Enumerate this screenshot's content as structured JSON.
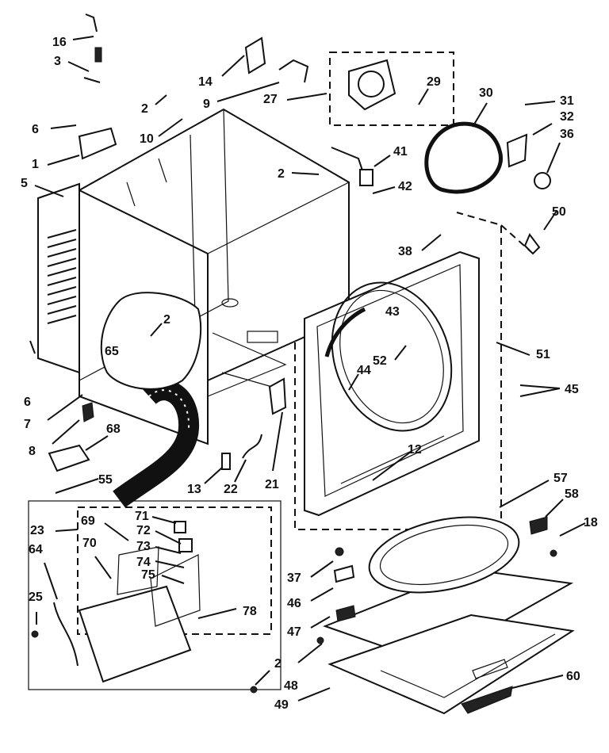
{
  "callouts": [
    {
      "id": "c16",
      "text": "16"
    },
    {
      "id": "c3",
      "text": "3"
    },
    {
      "id": "c14",
      "text": "14"
    },
    {
      "id": "c9",
      "text": "9"
    },
    {
      "id": "c2a",
      "text": "2"
    },
    {
      "id": "c10",
      "text": "10"
    },
    {
      "id": "c6a",
      "text": "6"
    },
    {
      "id": "c1",
      "text": "1"
    },
    {
      "id": "c5",
      "text": "5"
    },
    {
      "id": "c27",
      "text": "27"
    },
    {
      "id": "c29",
      "text": "29"
    },
    {
      "id": "c30",
      "text": "30"
    },
    {
      "id": "c31",
      "text": "31"
    },
    {
      "id": "c32",
      "text": "32"
    },
    {
      "id": "c36",
      "text": "36"
    },
    {
      "id": "c41",
      "text": "41"
    },
    {
      "id": "c2b",
      "text": "2"
    },
    {
      "id": "c42",
      "text": "42"
    },
    {
      "id": "c50",
      "text": "50"
    },
    {
      "id": "c38",
      "text": "38"
    },
    {
      "id": "c43",
      "text": "43"
    },
    {
      "id": "c51",
      "text": "51"
    },
    {
      "id": "c52",
      "text": "52"
    },
    {
      "id": "c45",
      "text": "45"
    },
    {
      "id": "c44",
      "text": "44"
    },
    {
      "id": "c2c",
      "text": "2"
    },
    {
      "id": "c65",
      "text": "65"
    },
    {
      "id": "c6b",
      "text": "6"
    },
    {
      "id": "c7",
      "text": "7"
    },
    {
      "id": "c8",
      "text": "8"
    },
    {
      "id": "c68",
      "text": "68"
    },
    {
      "id": "c55",
      "text": "55"
    },
    {
      "id": "c13",
      "text": "13"
    },
    {
      "id": "c22",
      "text": "22"
    },
    {
      "id": "c21",
      "text": "21"
    },
    {
      "id": "c12",
      "text": "12"
    },
    {
      "id": "c57",
      "text": "57"
    },
    {
      "id": "c58",
      "text": "58"
    },
    {
      "id": "c18",
      "text": "18"
    },
    {
      "id": "c23",
      "text": "23"
    },
    {
      "id": "c69",
      "text": "69"
    },
    {
      "id": "c71",
      "text": "71"
    },
    {
      "id": "c72",
      "text": "72"
    },
    {
      "id": "c73",
      "text": "73"
    },
    {
      "id": "c64",
      "text": "64"
    },
    {
      "id": "c70",
      "text": "70"
    },
    {
      "id": "c74",
      "text": "74"
    },
    {
      "id": "c75",
      "text": "75"
    },
    {
      "id": "c25",
      "text": "25"
    },
    {
      "id": "c78",
      "text": "78"
    },
    {
      "id": "c37",
      "text": "37"
    },
    {
      "id": "c46",
      "text": "46"
    },
    {
      "id": "c47",
      "text": "47"
    },
    {
      "id": "c2d",
      "text": "2"
    },
    {
      "id": "c48",
      "text": "48"
    },
    {
      "id": "c60",
      "text": "60"
    },
    {
      "id": "c49",
      "text": "49"
    }
  ]
}
